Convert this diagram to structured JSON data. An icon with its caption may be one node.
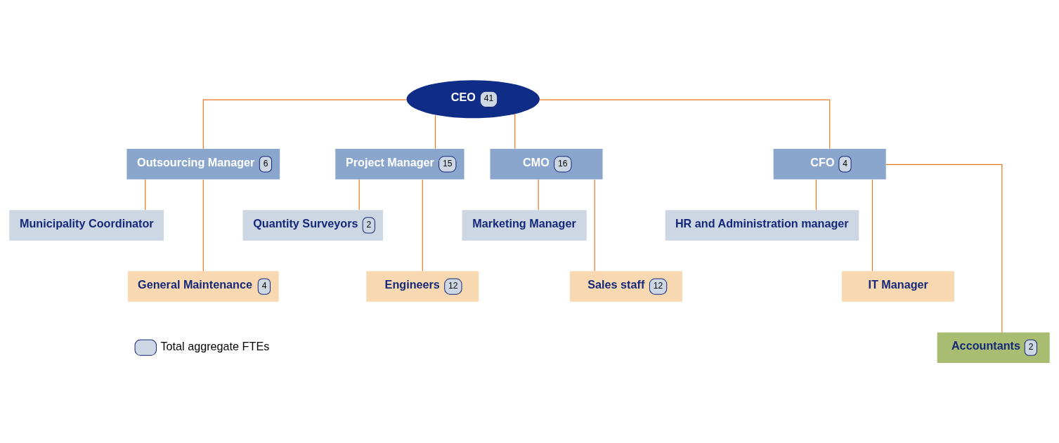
{
  "diagram": {
    "nodes": [
      {
        "text": [
          "CEO",
          "41"
        ]
      },
      {
        "text": [
          "Outsourcing Manager",
          "6"
        ]
      },
      {
        "text": [
          "Project Manager",
          "15"
        ]
      },
      {
        "text": [
          "CMO",
          "16"
        ]
      },
      {
        "text": [
          "CFO",
          "4"
        ]
      },
      {
        "text": [
          "Municipality Coordinator"
        ]
      },
      {
        "text": [
          "General Maintenance",
          "4"
        ]
      },
      {
        "text": [
          "Quantity Surveyors",
          "2"
        ]
      },
      {
        "text": [
          "Engineers",
          "12"
        ]
      },
      {
        "text": [
          "Marketing Manager"
        ]
      },
      {
        "text": [
          "Sales staff",
          "12"
        ]
      },
      {
        "text": [
          "HR and Administration manager"
        ]
      },
      {
        "text": [
          "IT Manager"
        ]
      },
      {
        "text": [
          "Accountants",
          "2"
        ]
      }
    ],
    "edges": [
      {
        "from": 0,
        "to": 1,
        "arrow": "none"
      },
      {
        "from": 0,
        "to": 2,
        "arrow": "none"
      },
      {
        "from": 0,
        "to": 3,
        "arrow": "none"
      },
      {
        "from": 0,
        "to": 4,
        "arrow": "none"
      },
      {
        "from": 1,
        "to": 5,
        "arrow": "none"
      },
      {
        "from": 1,
        "to": 6,
        "arrow": "none"
      },
      {
        "from": 2,
        "to": 7,
        "arrow": "none"
      },
      {
        "from": 2,
        "to": 8,
        "arrow": "none"
      },
      {
        "from": 3,
        "to": 9,
        "arrow": "none"
      },
      {
        "from": 3,
        "to": 10,
        "arrow": "none"
      },
      {
        "from": 4,
        "to": 11,
        "arrow": "none"
      },
      {
        "from": 4,
        "to": 12,
        "arrow": "none"
      },
      {
        "from": 4,
        "to": 13,
        "arrow": "none"
      }
    ],
    "legend": [
      {
        "text": "Total aggregate FTEs"
      }
    ]
  }
}
